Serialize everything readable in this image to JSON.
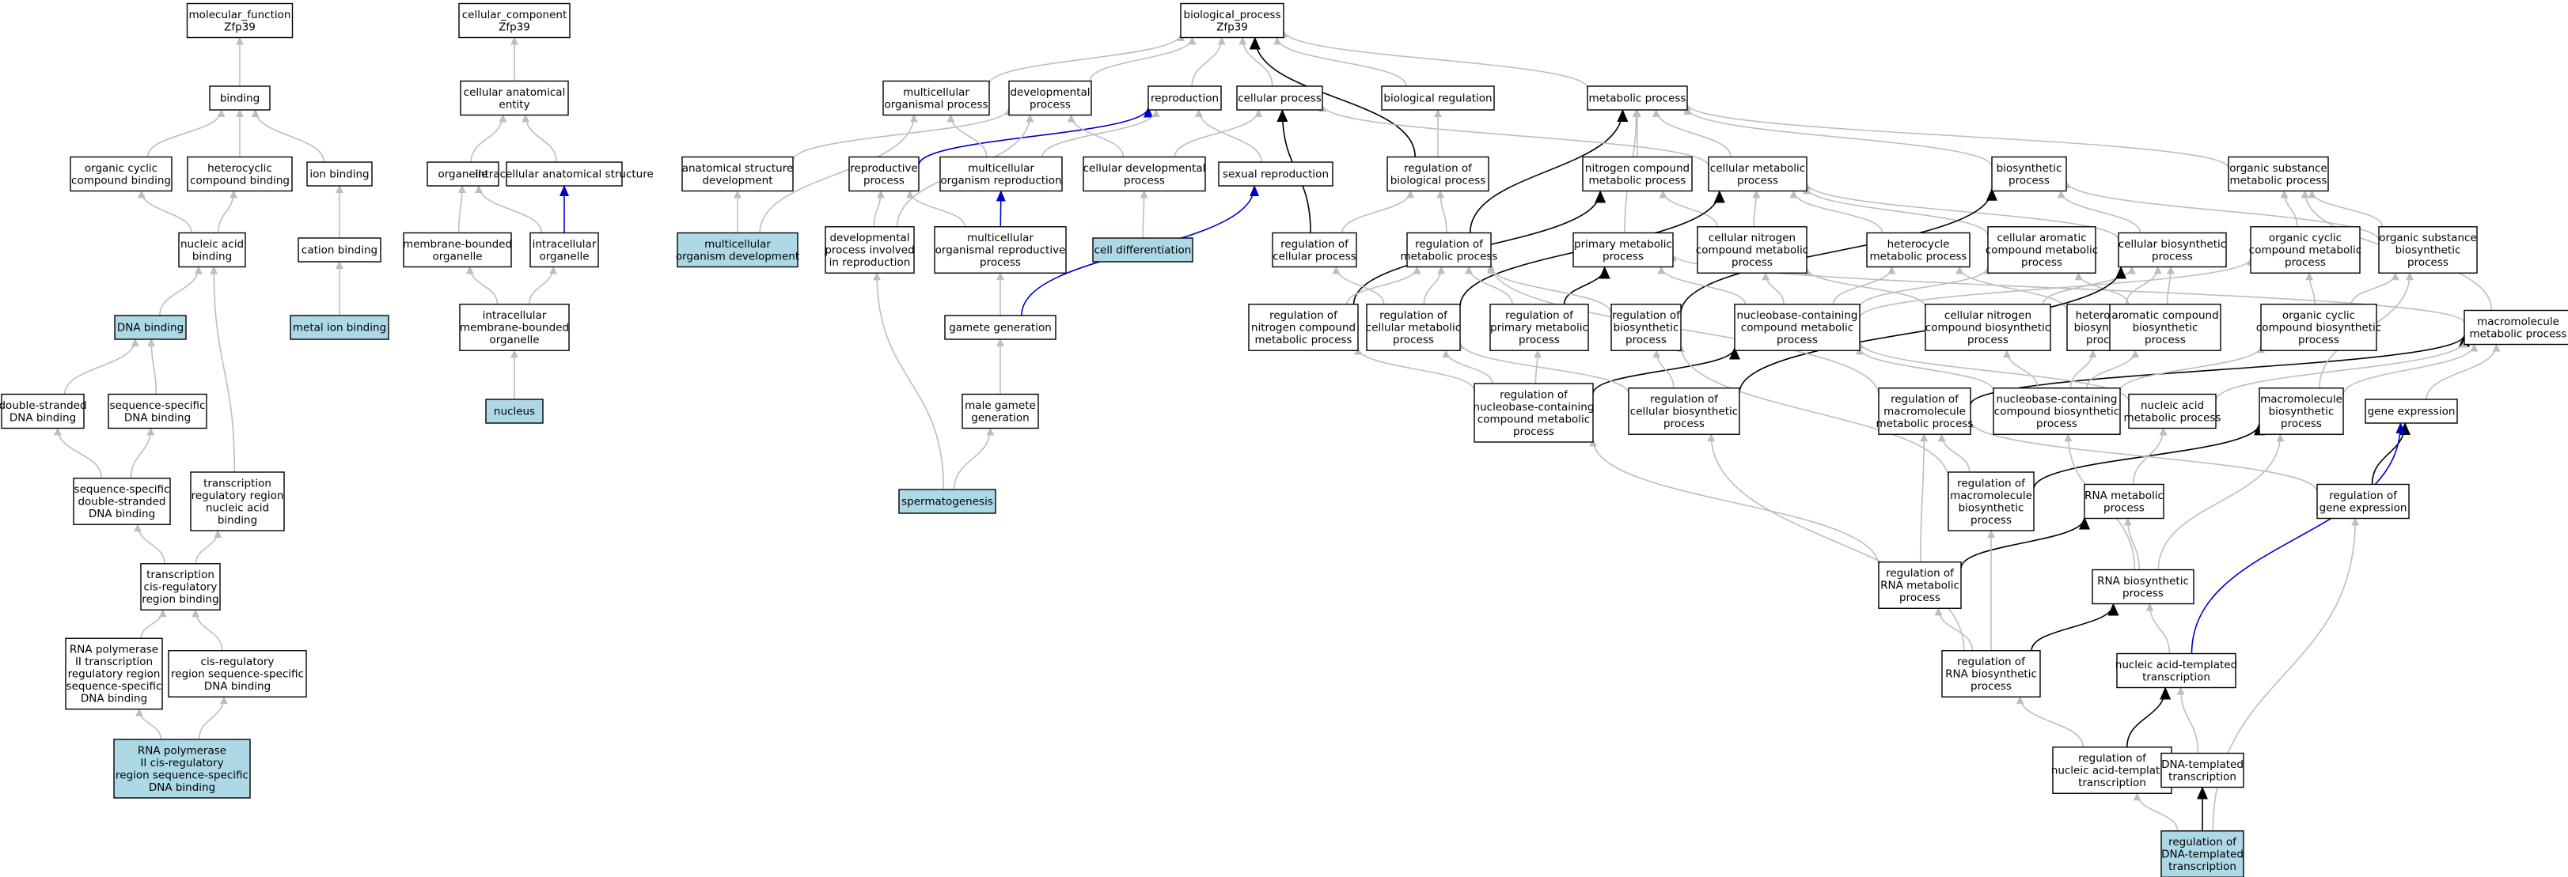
{
  "colors": {
    "node_fill": "#ffffff",
    "highlight_fill": "#add8e6",
    "edge_gray": "#bebebe",
    "edge_black": "#000000",
    "edge_blue": "#0000cc"
  },
  "nodes": [
    {
      "id": "mf",
      "lines": [
        "molecular_function",
        "Zfp39"
      ]
    },
    {
      "id": "binding",
      "lines": [
        "binding"
      ]
    },
    {
      "id": "ocb",
      "lines": [
        "organic cyclic",
        "compound binding"
      ]
    },
    {
      "id": "hcb",
      "lines": [
        "heterocyclic",
        "compound binding"
      ]
    },
    {
      "id": "ionb",
      "lines": [
        "ion binding"
      ]
    },
    {
      "id": "nab",
      "lines": [
        "nucleic acid",
        "binding"
      ]
    },
    {
      "id": "cationb",
      "lines": [
        "cation binding"
      ]
    },
    {
      "id": "dnab",
      "lines": [
        "DNA binding"
      ],
      "highlight": true
    },
    {
      "id": "metalb",
      "lines": [
        "metal ion binding"
      ],
      "highlight": true
    },
    {
      "id": "dsdna",
      "lines": [
        "double-stranded",
        "DNA binding"
      ]
    },
    {
      "id": "ssdna",
      "lines": [
        "sequence-specific",
        "DNA binding"
      ]
    },
    {
      "id": "ssds",
      "lines": [
        "sequence-specific",
        "double-stranded",
        "DNA binding"
      ]
    },
    {
      "id": "trrna",
      "lines": [
        "transcription",
        "regulatory region",
        "nucleic acid",
        "binding"
      ]
    },
    {
      "id": "tcrb",
      "lines": [
        "transcription",
        "cis-regulatory",
        "region binding"
      ]
    },
    {
      "id": "rnap2",
      "lines": [
        "RNA polymerase",
        "II transcription",
        "regulatory region",
        "sequence-specific",
        "DNA binding"
      ]
    },
    {
      "id": "crss",
      "lines": [
        "cis-regulatory",
        "region sequence-specific",
        "DNA binding"
      ]
    },
    {
      "id": "rnap2cis",
      "lines": [
        "RNA polymerase",
        "II cis-regulatory",
        "region sequence-specific",
        "DNA binding"
      ],
      "highlight": true
    },
    {
      "id": "cc",
      "lines": [
        "cellular_component",
        "Zfp39"
      ]
    },
    {
      "id": "cae",
      "lines": [
        "cellular anatomical",
        "entity"
      ]
    },
    {
      "id": "organelle",
      "lines": [
        "organelle"
      ]
    },
    {
      "id": "ias",
      "lines": [
        "intracellular anatomical structure"
      ]
    },
    {
      "id": "mbo",
      "lines": [
        "membrane-bounded",
        "organelle"
      ]
    },
    {
      "id": "io",
      "lines": [
        "intracellular",
        "organelle"
      ]
    },
    {
      "id": "imbo",
      "lines": [
        "intracellular",
        "membrane-bounded",
        "organelle"
      ]
    },
    {
      "id": "nucleus",
      "lines": [
        "nucleus"
      ],
      "highlight": true
    },
    {
      "id": "bp",
      "lines": [
        "biological_process",
        "Zfp39"
      ]
    },
    {
      "id": "mop",
      "lines": [
        "multicellular",
        "organismal process"
      ]
    },
    {
      "id": "devp",
      "lines": [
        "developmental",
        "process"
      ]
    },
    {
      "id": "repro",
      "lines": [
        "reproduction"
      ]
    },
    {
      "id": "cellp",
      "lines": [
        "cellular process"
      ]
    },
    {
      "id": "bioreg",
      "lines": [
        "biological regulation"
      ]
    },
    {
      "id": "metp",
      "lines": [
        "metabolic process"
      ]
    },
    {
      "id": "asd",
      "lines": [
        "anatomical structure",
        "development"
      ]
    },
    {
      "id": "reprop",
      "lines": [
        "reproductive",
        "process"
      ]
    },
    {
      "id": "mor",
      "lines": [
        "multicellular",
        "organism reproduction"
      ]
    },
    {
      "id": "cdp",
      "lines": [
        "cellular developmental",
        "process"
      ]
    },
    {
      "id": "sexrep",
      "lines": [
        "sexual reproduction"
      ]
    },
    {
      "id": "rbp",
      "lines": [
        "regulation of",
        "biological process"
      ]
    },
    {
      "id": "ncmp",
      "lines": [
        "nitrogen compound",
        "metabolic process"
      ]
    },
    {
      "id": "cmp",
      "lines": [
        "cellular metabolic",
        "process"
      ]
    },
    {
      "id": "biosyn",
      "lines": [
        "biosynthetic",
        "process"
      ]
    },
    {
      "id": "osmp",
      "lines": [
        "organic substance",
        "metabolic process"
      ]
    },
    {
      "id": "mod",
      "lines": [
        "multicellular",
        "organism development"
      ],
      "highlight": true
    },
    {
      "id": "dpir",
      "lines": [
        "developmental",
        "process involved",
        "in reproduction"
      ]
    },
    {
      "id": "morp",
      "lines": [
        "multicellular",
        "organismal reproductive",
        "process"
      ]
    },
    {
      "id": "celldiff",
      "lines": [
        "cell differentiation"
      ],
      "highlight": true
    },
    {
      "id": "rcp",
      "lines": [
        "regulation of",
        "cellular process"
      ]
    },
    {
      "id": "rmp",
      "lines": [
        "regulation of",
        "metabolic process"
      ]
    },
    {
      "id": "pmp",
      "lines": [
        "primary metabolic",
        "process"
      ]
    },
    {
      "id": "cncmp",
      "lines": [
        "cellular nitrogen",
        "compound metabolic",
        "process"
      ]
    },
    {
      "id": "hmp",
      "lines": [
        "heterocycle",
        "metabolic process"
      ]
    },
    {
      "id": "cacmp",
      "lines": [
        "cellular aromatic",
        "compound metabolic",
        "process"
      ]
    },
    {
      "id": "cbp",
      "lines": [
        "cellular biosynthetic",
        "process"
      ]
    },
    {
      "id": "occmp",
      "lines": [
        "organic cyclic",
        "compound metabolic",
        "process"
      ]
    },
    {
      "id": "osbp",
      "lines": [
        "organic substance",
        "biosynthetic",
        "process"
      ]
    },
    {
      "id": "gameteg",
      "lines": [
        "gamete generation"
      ]
    },
    {
      "id": "rncmp",
      "lines": [
        "regulation of",
        "nitrogen compound",
        "metabolic process"
      ]
    },
    {
      "id": "rcmp",
      "lines": [
        "regulation of",
        "cellular metabolic",
        "process"
      ]
    },
    {
      "id": "rpmp",
      "lines": [
        "regulation of",
        "primary metabolic",
        "process"
      ]
    },
    {
      "id": "rbsp",
      "lines": [
        "regulation of",
        "biosynthetic",
        "process"
      ]
    },
    {
      "id": "nbccmp",
      "lines": [
        "nucleobase-containing",
        "compound metabolic",
        "process"
      ]
    },
    {
      "id": "cncbp",
      "lines": [
        "cellular nitrogen",
        "compound biosynthetic",
        "process"
      ]
    },
    {
      "id": "hbp",
      "lines": [
        "heterocycle",
        "biosynthetic",
        "process"
      ]
    },
    {
      "id": "acbp",
      "lines": [
        "aromatic compound",
        "biosynthetic",
        "process"
      ]
    },
    {
      "id": "occbp",
      "lines": [
        "organic cyclic",
        "compound biosynthetic",
        "process"
      ]
    },
    {
      "id": "mmp",
      "lines": [
        "macromolecule",
        "metabolic process"
      ]
    },
    {
      "id": "mgg",
      "lines": [
        "male gamete",
        "generation"
      ]
    },
    {
      "id": "rnbccmp",
      "lines": [
        "regulation of",
        "nucleobase-containing",
        "compound metabolic",
        "process"
      ]
    },
    {
      "id": "rcbp",
      "lines": [
        "regulation of",
        "cellular biosynthetic",
        "process"
      ]
    },
    {
      "id": "rmmp",
      "lines": [
        "regulation of",
        "macromolecule",
        "metabolic process"
      ]
    },
    {
      "id": "nbccbp",
      "lines": [
        "nucleobase-containing",
        "compound biosynthetic",
        "process"
      ]
    },
    {
      "id": "namp",
      "lines": [
        "nucleic acid",
        "metabolic process"
      ]
    },
    {
      "id": "mbsp",
      "lines": [
        "macromolecule",
        "biosynthetic",
        "process"
      ]
    },
    {
      "id": "gexp",
      "lines": [
        "gene expression"
      ]
    },
    {
      "id": "sperm",
      "lines": [
        "spermatogenesis"
      ],
      "highlight": true
    },
    {
      "id": "rmbp",
      "lines": [
        "regulation of",
        "macromolecule",
        "biosynthetic",
        "process"
      ]
    },
    {
      "id": "rnamp",
      "lines": [
        "RNA metabolic",
        "process"
      ]
    },
    {
      "id": "rge",
      "lines": [
        "regulation of",
        "gene expression"
      ]
    },
    {
      "id": "rrnamp",
      "lines": [
        "regulation of",
        "RNA metabolic",
        "process"
      ]
    },
    {
      "id": "rnabp",
      "lines": [
        "RNA biosynthetic",
        "process"
      ]
    },
    {
      "id": "rrnabp",
      "lines": [
        "regulation of",
        "RNA biosynthetic",
        "process"
      ]
    },
    {
      "id": "natt",
      "lines": [
        "nucleic acid-templated",
        "transcription"
      ]
    },
    {
      "id": "rnatt",
      "lines": [
        "regulation of",
        "nucleic acid-templated",
        "transcription"
      ]
    },
    {
      "id": "dtt",
      "lines": [
        "DNA-templated",
        "transcription"
      ]
    },
    {
      "id": "rdtt",
      "lines": [
        "regulation of",
        "DNA-templated",
        "transcription"
      ],
      "highlight": true
    }
  ],
  "edges": [
    [
      "binding",
      "mf",
      "g"
    ],
    [
      "ocb",
      "binding",
      "g"
    ],
    [
      "hcb",
      "binding",
      "g"
    ],
    [
      "ionb",
      "binding",
      "g"
    ],
    [
      "nab",
      "ocb",
      "g"
    ],
    [
      "nab",
      "hcb",
      "g"
    ],
    [
      "cationb",
      "ionb",
      "g"
    ],
    [
      "dnab",
      "nab",
      "g"
    ],
    [
      "metalb",
      "cationb",
      "g"
    ],
    [
      "dsdna",
      "dnab",
      "g"
    ],
    [
      "ssdna",
      "dnab",
      "g"
    ],
    [
      "ssds",
      "dsdna",
      "g"
    ],
    [
      "ssds",
      "ssdna",
      "g"
    ],
    [
      "trrna",
      "nab",
      "g"
    ],
    [
      "tcrb",
      "ssds",
      "g"
    ],
    [
      "tcrb",
      "trrna",
      "g"
    ],
    [
      "rnap2",
      "tcrb",
      "g"
    ],
    [
      "crss",
      "tcrb",
      "g"
    ],
    [
      "rnap2cis",
      "rnap2",
      "g"
    ],
    [
      "rnap2cis",
      "crss",
      "g"
    ],
    [
      "cae",
      "cc",
      "g"
    ],
    [
      "organelle",
      "cae",
      "g"
    ],
    [
      "ias",
      "cae",
      "g"
    ],
    [
      "mbo",
      "organelle",
      "g"
    ],
    [
      "io",
      "organelle",
      "g"
    ],
    [
      "io",
      "ias",
      "b"
    ],
    [
      "imbo",
      "mbo",
      "g"
    ],
    [
      "imbo",
      "io",
      "g"
    ],
    [
      "nucleus",
      "imbo",
      "g"
    ],
    [
      "mop",
      "bp",
      "g"
    ],
    [
      "devp",
      "bp",
      "g"
    ],
    [
      "repro",
      "bp",
      "g"
    ],
    [
      "cellp",
      "bp",
      "g"
    ],
    [
      "bioreg",
      "bp",
      "g"
    ],
    [
      "metp",
      "bp",
      "g"
    ],
    [
      "asd",
      "devp",
      "g"
    ],
    [
      "mod",
      "mop",
      "g"
    ],
    [
      "mod",
      "asd",
      "g"
    ],
    [
      "reprop",
      "repro",
      "bl"
    ],
    [
      "mor",
      "mop",
      "g"
    ],
    [
      "mor",
      "repro",
      "g"
    ],
    [
      "cdp",
      "devp",
      "g"
    ],
    [
      "cdp",
      "cellp",
      "g"
    ],
    [
      "sexrep",
      "repro",
      "g"
    ],
    [
      "celldiff",
      "cdp",
      "g"
    ],
    [
      "dpir",
      "reprop",
      "g"
    ],
    [
      "dpir",
      "devp",
      "g"
    ],
    [
      "morp",
      "mor",
      "bl"
    ],
    [
      "morp",
      "reprop",
      "g"
    ],
    [
      "gameteg",
      "morp",
      "g"
    ],
    [
      "gameteg",
      "sexrep",
      "bl"
    ],
    [
      "mgg",
      "gameteg",
      "g"
    ],
    [
      "sperm",
      "mgg",
      "g"
    ],
    [
      "sperm",
      "dpir",
      "g"
    ],
    [
      "rbp",
      "bioreg",
      "g"
    ],
    [
      "rbp",
      "bp",
      "k"
    ],
    [
      "rcp",
      "cellp",
      "k"
    ],
    [
      "rcp",
      "rbp",
      "g"
    ],
    [
      "rmp",
      "rbp",
      "g"
    ],
    [
      "rmp",
      "metp",
      "k"
    ],
    [
      "ncmp",
      "metp",
      "g"
    ],
    [
      "cmp",
      "metp",
      "g"
    ],
    [
      "cmp",
      "cellp",
      "g"
    ],
    [
      "biosyn",
      "metp",
      "g"
    ],
    [
      "osmp",
      "metp",
      "g"
    ],
    [
      "pmp",
      "metp",
      "g"
    ],
    [
      "cncmp",
      "ncmp",
      "g"
    ],
    [
      "cncmp",
      "cmp",
      "g"
    ],
    [
      "hmp",
      "cmp",
      "g"
    ],
    [
      "cacmp",
      "cmp",
      "g"
    ],
    [
      "cbp",
      "biosyn",
      "g"
    ],
    [
      "cbp",
      "cmp",
      "g"
    ],
    [
      "occmp",
      "osmp",
      "g"
    ],
    [
      "osbp",
      "osmp",
      "g"
    ],
    [
      "osbp",
      "biosyn",
      "g"
    ],
    [
      "rncmp",
      "ncmp",
      "k"
    ],
    [
      "rncmp",
      "rmp",
      "g"
    ],
    [
      "rcmp",
      "cmp",
      "k"
    ],
    [
      "rcmp",
      "rmp",
      "g"
    ],
    [
      "rcmp",
      "rcp",
      "g"
    ],
    [
      "rpmp",
      "pmp",
      "k"
    ],
    [
      "rpmp",
      "rmp",
      "g"
    ],
    [
      "rbsp",
      "biosyn",
      "k"
    ],
    [
      "rbsp",
      "rmp",
      "g"
    ],
    [
      "nbccmp",
      "cncmp",
      "g"
    ],
    [
      "nbccmp",
      "hmp",
      "g"
    ],
    [
      "nbccmp",
      "cacmp",
      "g"
    ],
    [
      "nbccmp",
      "occmp",
      "g"
    ],
    [
      "nbccmp",
      "pmp",
      "g"
    ],
    [
      "cncbp",
      "cncmp",
      "g"
    ],
    [
      "cncbp",
      "cbp",
      "g"
    ],
    [
      "hbp",
      "hmp",
      "g"
    ],
    [
      "hbp",
      "cbp",
      "g"
    ],
    [
      "acbp",
      "cacmp",
      "g"
    ],
    [
      "acbp",
      "cbp",
      "g"
    ],
    [
      "occbp",
      "occmp",
      "g"
    ],
    [
      "occbp",
      "osbp",
      "g"
    ],
    [
      "mmp",
      "osmp",
      "g"
    ],
    [
      "mmp",
      "pmp",
      "g"
    ],
    [
      "rnbccmp",
      "nbccmp",
      "k"
    ],
    [
      "rnbccmp",
      "rncmp",
      "g"
    ],
    [
      "rnbccmp",
      "rpmp",
      "g"
    ],
    [
      "rnbccmp",
      "rcmp",
      "g"
    ],
    [
      "rcbp",
      "cbp",
      "k"
    ],
    [
      "rcbp",
      "rbsp",
      "g"
    ],
    [
      "rcbp",
      "rcmp",
      "g"
    ],
    [
      "rmmp",
      "mmp",
      "k"
    ],
    [
      "rmmp",
      "rmp",
      "g"
    ],
    [
      "nbccbp",
      "nbccmp",
      "g"
    ],
    [
      "nbccbp",
      "hbp",
      "g"
    ],
    [
      "nbccbp",
      "acbp",
      "g"
    ],
    [
      "nbccbp",
      "occbp",
      "g"
    ],
    [
      "nbccbp",
      "cncbp",
      "g"
    ],
    [
      "namp",
      "nbccmp",
      "g"
    ],
    [
      "namp",
      "mmp",
      "g"
    ],
    [
      "mbsp",
      "mmp",
      "g"
    ],
    [
      "mbsp",
      "osbp",
      "g"
    ],
    [
      "gexp",
      "mmp",
      "g"
    ],
    [
      "rmbp",
      "mbsp",
      "k"
    ],
    [
      "rmbp",
      "rmmp",
      "g"
    ],
    [
      "rmbp",
      "rbsp",
      "g"
    ],
    [
      "rnamp",
      "namp",
      "g"
    ],
    [
      "rge",
      "gexp",
      "k"
    ],
    [
      "rge",
      "rmmp",
      "g"
    ],
    [
      "rrnamp",
      "rnamp",
      "k"
    ],
    [
      "rrnamp",
      "rnbccmp",
      "g"
    ],
    [
      "rrnamp",
      "rmmp",
      "g"
    ],
    [
      "rnabp",
      "rnamp",
      "g"
    ],
    [
      "rnabp",
      "nbccbp",
      "g"
    ],
    [
      "rnabp",
      "mbsp",
      "g"
    ],
    [
      "rrnabp",
      "rnabp",
      "k"
    ],
    [
      "rrnabp",
      "rrnamp",
      "g"
    ],
    [
      "rrnabp",
      "rcbp",
      "g"
    ],
    [
      "rrnabp",
      "rmbp",
      "g"
    ],
    [
      "natt",
      "rnabp",
      "g"
    ],
    [
      "natt",
      "gexp",
      "bl"
    ],
    [
      "rnatt",
      "natt",
      "k"
    ],
    [
      "rnatt",
      "rrnabp",
      "g"
    ],
    [
      "dtt",
      "natt",
      "g"
    ],
    [
      "rdtt",
      "dtt",
      "k"
    ],
    [
      "rdtt",
      "rnatt",
      "g"
    ],
    [
      "rdtt",
      "rge",
      "g"
    ]
  ]
}
